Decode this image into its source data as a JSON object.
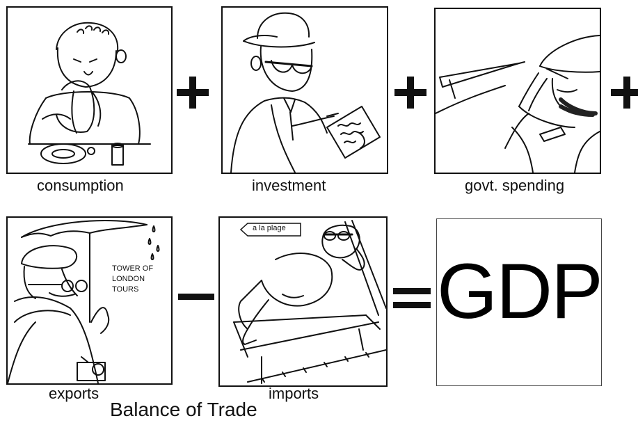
{
  "panels": {
    "consumption": {
      "caption": "consumption"
    },
    "investment": {
      "caption": "investment"
    },
    "govt_spending": {
      "caption": "govt. spending"
    },
    "exports": {
      "caption": "exports",
      "sign_line1": "TOWER OF",
      "sign_line2": "LONDON TOURS"
    },
    "imports": {
      "caption": "imports",
      "tag": "a la plage"
    }
  },
  "operators": {
    "plus": "+",
    "minus": "−",
    "equals": "="
  },
  "result": {
    "label": "GDP"
  },
  "balance_label": "Balance of Trade",
  "icons": [
    "plus-icon",
    "minus-icon",
    "equals-icon"
  ]
}
